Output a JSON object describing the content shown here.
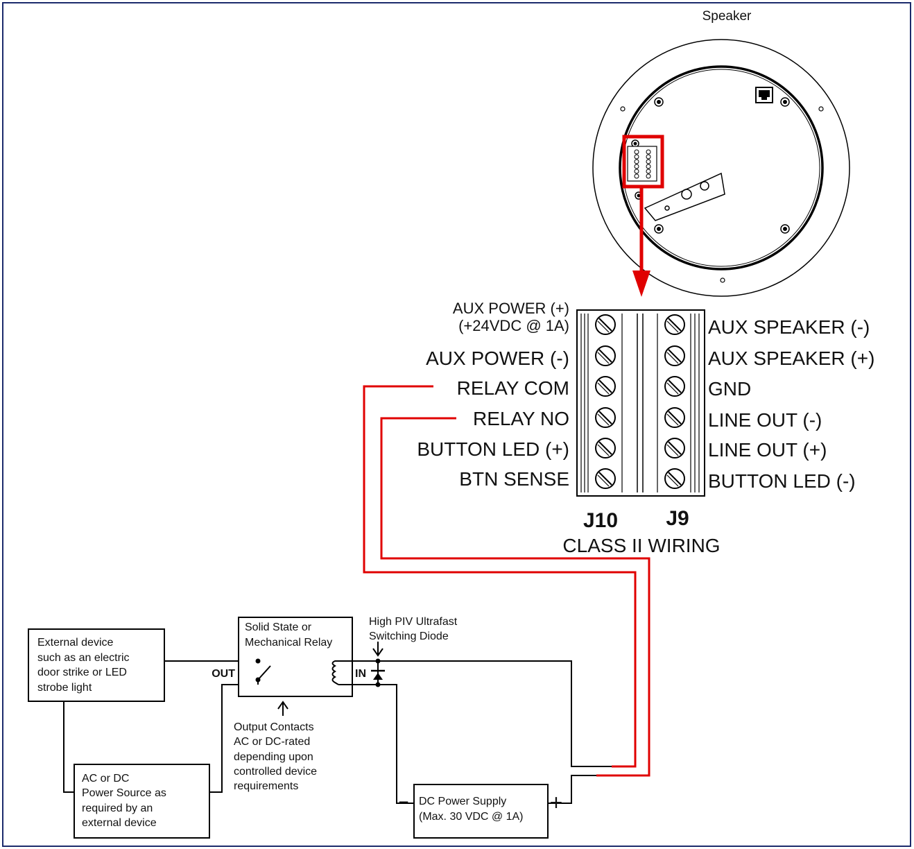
{
  "speaker": {
    "title": "Speaker"
  },
  "colors": {
    "frame": "#1b2a6b",
    "wire_red": "#e00000",
    "highlight": "#e00000"
  },
  "j10": {
    "header_label": "J10",
    "pins": [
      "AUX POWER (+)",
      "AUX POWER (-)",
      "RELAY COM",
      "RELAY NO",
      "BUTTON LED (+)",
      "BTN SENSE"
    ],
    "pin1_sub": "(+24VDC @ 1A)"
  },
  "j9": {
    "header_label": "J9",
    "pins": [
      "AUX SPEAKER (-)",
      "AUX SPEAKER (+)",
      "GND",
      "LINE OUT (-)",
      "LINE OUT (+)",
      "BUTTON LED (-)"
    ]
  },
  "wiring_class": "CLASS II WIRING",
  "external_device": {
    "lines": [
      "External device",
      "such as an electric",
      "door strike or LED",
      "strobe light"
    ]
  },
  "power_source": {
    "lines": [
      "AC or DC",
      "Power Source as",
      "required by an",
      "external device"
    ]
  },
  "relay": {
    "lines": [
      "Solid State or",
      "Mechanical Relay"
    ],
    "out_label": "OUT",
    "in_label": "IN"
  },
  "diode": {
    "lines": [
      "High PIV Ultrafast",
      "Switching Diode"
    ]
  },
  "output_contacts": {
    "lines": [
      "Output Contacts",
      "AC or DC-rated",
      "depending upon",
      "controlled device",
      "requirements"
    ]
  },
  "dc_supply": {
    "lines": [
      "DC Power Supply",
      "(Max. 30 VDC @ 1A)"
    ],
    "minus": "−",
    "plus": "+"
  }
}
